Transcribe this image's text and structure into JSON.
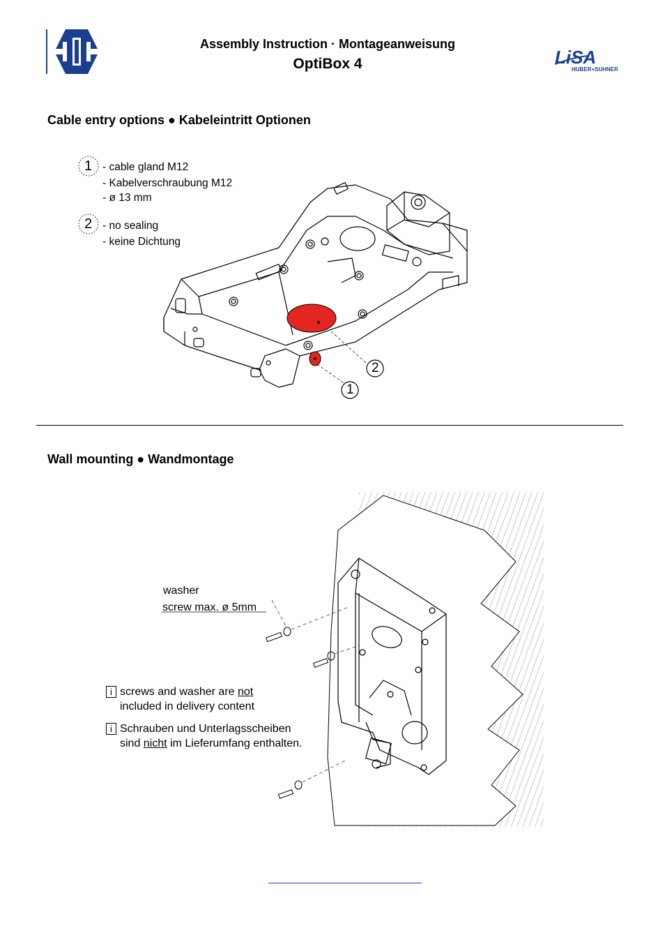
{
  "header": {
    "title": "Assembly Instruction · Montageanweisung",
    "subtitle": "OptiBox 4",
    "right_logo": {
      "wordmark": "LiSA",
      "tagline": "HUBER+SUHNER"
    },
    "left_logo_icon": "huber-suhner-h-logo",
    "brand_color": "#1b3f8f"
  },
  "section1": {
    "heading": "Cable entry options ● Kabeleintritt Optionen",
    "callouts": [
      {
        "number": "1",
        "lines": [
          "- cable gland M12",
          "- Kabelverschraubung M12",
          "- ø 13 mm"
        ]
      },
      {
        "number": "2",
        "lines": [
          "- no sealing",
          "- keine Dichtung"
        ]
      }
    ],
    "highlight_color": "#e5251f"
  },
  "section2": {
    "heading": "Wall mounting ● Wandmontage",
    "labels": {
      "washer": "washer",
      "screw": "screw max. ø 5mm"
    },
    "info_icon": "i",
    "note_en": {
      "before": "screws and washer are ",
      "emph": "not",
      "line2": "included in delivery content"
    },
    "note_de": {
      "line1": "Schrauben und Unterlagsscheiben",
      "before": "sind ",
      "emph": "nicht",
      "after": " im Lieferumfang enthalten."
    }
  },
  "footer": {
    "link_color": "#1f2fd6"
  }
}
